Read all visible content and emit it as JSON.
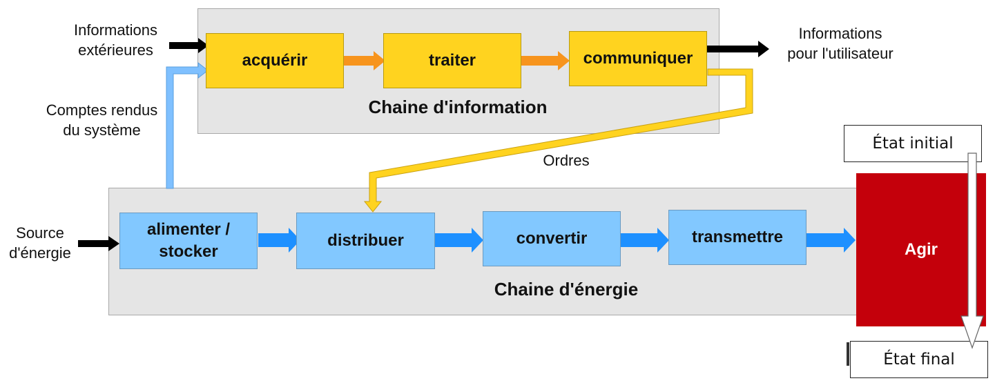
{
  "info_chain": {
    "title": "Chaine d'information",
    "blocks": [
      "acquérir",
      "traiter",
      "communiquer"
    ]
  },
  "energy_chain": {
    "title": "Chaine d'énergie",
    "block_alimenter": [
      "alimenter /",
      "stocker"
    ],
    "blocks": [
      "distribuer",
      "convertir",
      "transmettre"
    ]
  },
  "labels": {
    "informations_exterieures": [
      "Informations",
      "extérieures"
    ],
    "informations_utilisateur": [
      "Informations",
      "pour l'utilisateur"
    ],
    "comptes_rendus": [
      "Comptes rendus",
      "du système"
    ],
    "ordres": "Ordres",
    "source_energie": [
      "Source",
      "d'énergie"
    ]
  },
  "agir": "Agir",
  "etat_initial": "État initial",
  "etat_final": "État final",
  "colors": {
    "info_block": "#ffd31f",
    "energy_block": "#82c8ff",
    "info_flow_arrow": "#f7941d",
    "energy_flow_arrow": "#1e90ff",
    "agir": "#c4000b"
  }
}
